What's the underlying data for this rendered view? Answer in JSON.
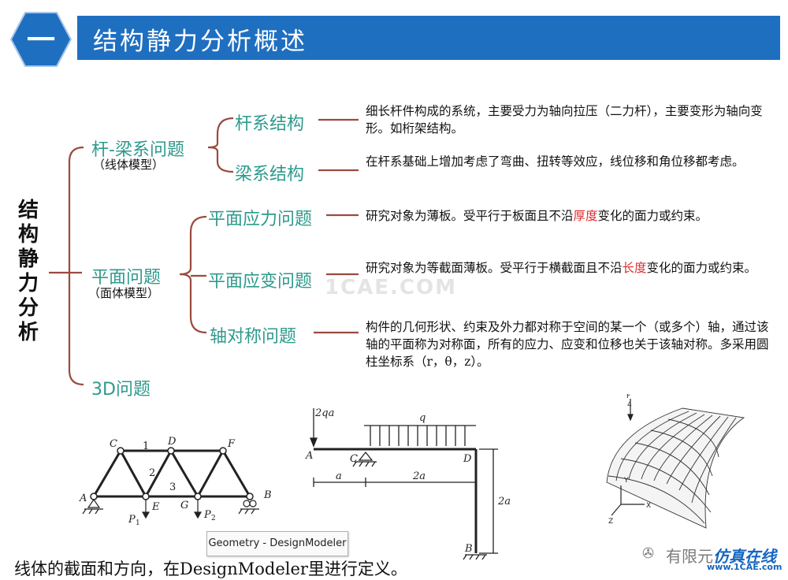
{
  "header": {
    "number": "一",
    "title": "结构静力分析概述"
  },
  "main_category": "结\n构\n静\n力\n分\n析",
  "categories": [
    {
      "label": "杆-梁系问题",
      "sub": "（线体模型）"
    },
    {
      "label": "平面问题",
      "sub": "（面体模型）"
    },
    {
      "label": "3D问题"
    }
  ],
  "subcats": [
    {
      "label": "杆系结构",
      "desc": "细长杆件构成的系统，主要受力为轴向拉压（二力杆），主要变形为轴向变形。如桁架结构。"
    },
    {
      "label": "梁系结构",
      "desc": "在杆系基础上增加考虑了弯曲、扭转等效应，线位移和角位移都考虑。"
    },
    {
      "label": "平面应力问题",
      "desc_pre": "研究对象为薄板。受平行于板面且不沿",
      "desc_red": "厚度",
      "desc_post": "变化的面力或约束。"
    },
    {
      "label": "平面应变问题",
      "desc_pre": "研究对象为等截面薄板。受平行于横截面且不沿",
      "desc_red": "长度",
      "desc_post": "变化的面力或约束。"
    },
    {
      "label": "轴对称问题",
      "desc": "构件的几何形状、约束及外力都对称于空间的某一个（或多个）轴，通过该轴的平面称为对称面，所有的应力、应变和位移也关于该轴对称。多采用圆柱坐标系（r，θ，z）。"
    }
  ],
  "watermark": "1CAE.COM",
  "truss_labels": {
    "C": "C",
    "D": "D",
    "F": "F",
    "A": "A",
    "B": "B",
    "E": "E",
    "G": "G",
    "m1": "1",
    "m2": "2",
    "m3": "3",
    "P1": "P",
    "P1s": "1",
    "P2": "P",
    "P2s": "2"
  },
  "frame_labels": {
    "load2qa": "2qa",
    "q": "q",
    "A": "A",
    "C": "C",
    "D": "D",
    "B": "B",
    "dim_a": "a",
    "dim_2a": "2a",
    "dim_v2a": "2a"
  },
  "shell_labels": {
    "F": "F",
    "F_den": "4",
    "Y": "Y",
    "Z": "Z",
    "X": "X"
  },
  "caption": "Geometry - DesignModeler",
  "footer": "线体的截面和方向，在DesignModeler里进行定义。",
  "brand": {
    "text1": "有限元",
    "text2": "仿真在线",
    "url": "www.1CAE.com"
  },
  "colors": {
    "accent_blue": "#1f6fc1",
    "teal": "#2e9a8c",
    "bracket": "#9b4a3e",
    "highlight_red": "#e03030"
  }
}
